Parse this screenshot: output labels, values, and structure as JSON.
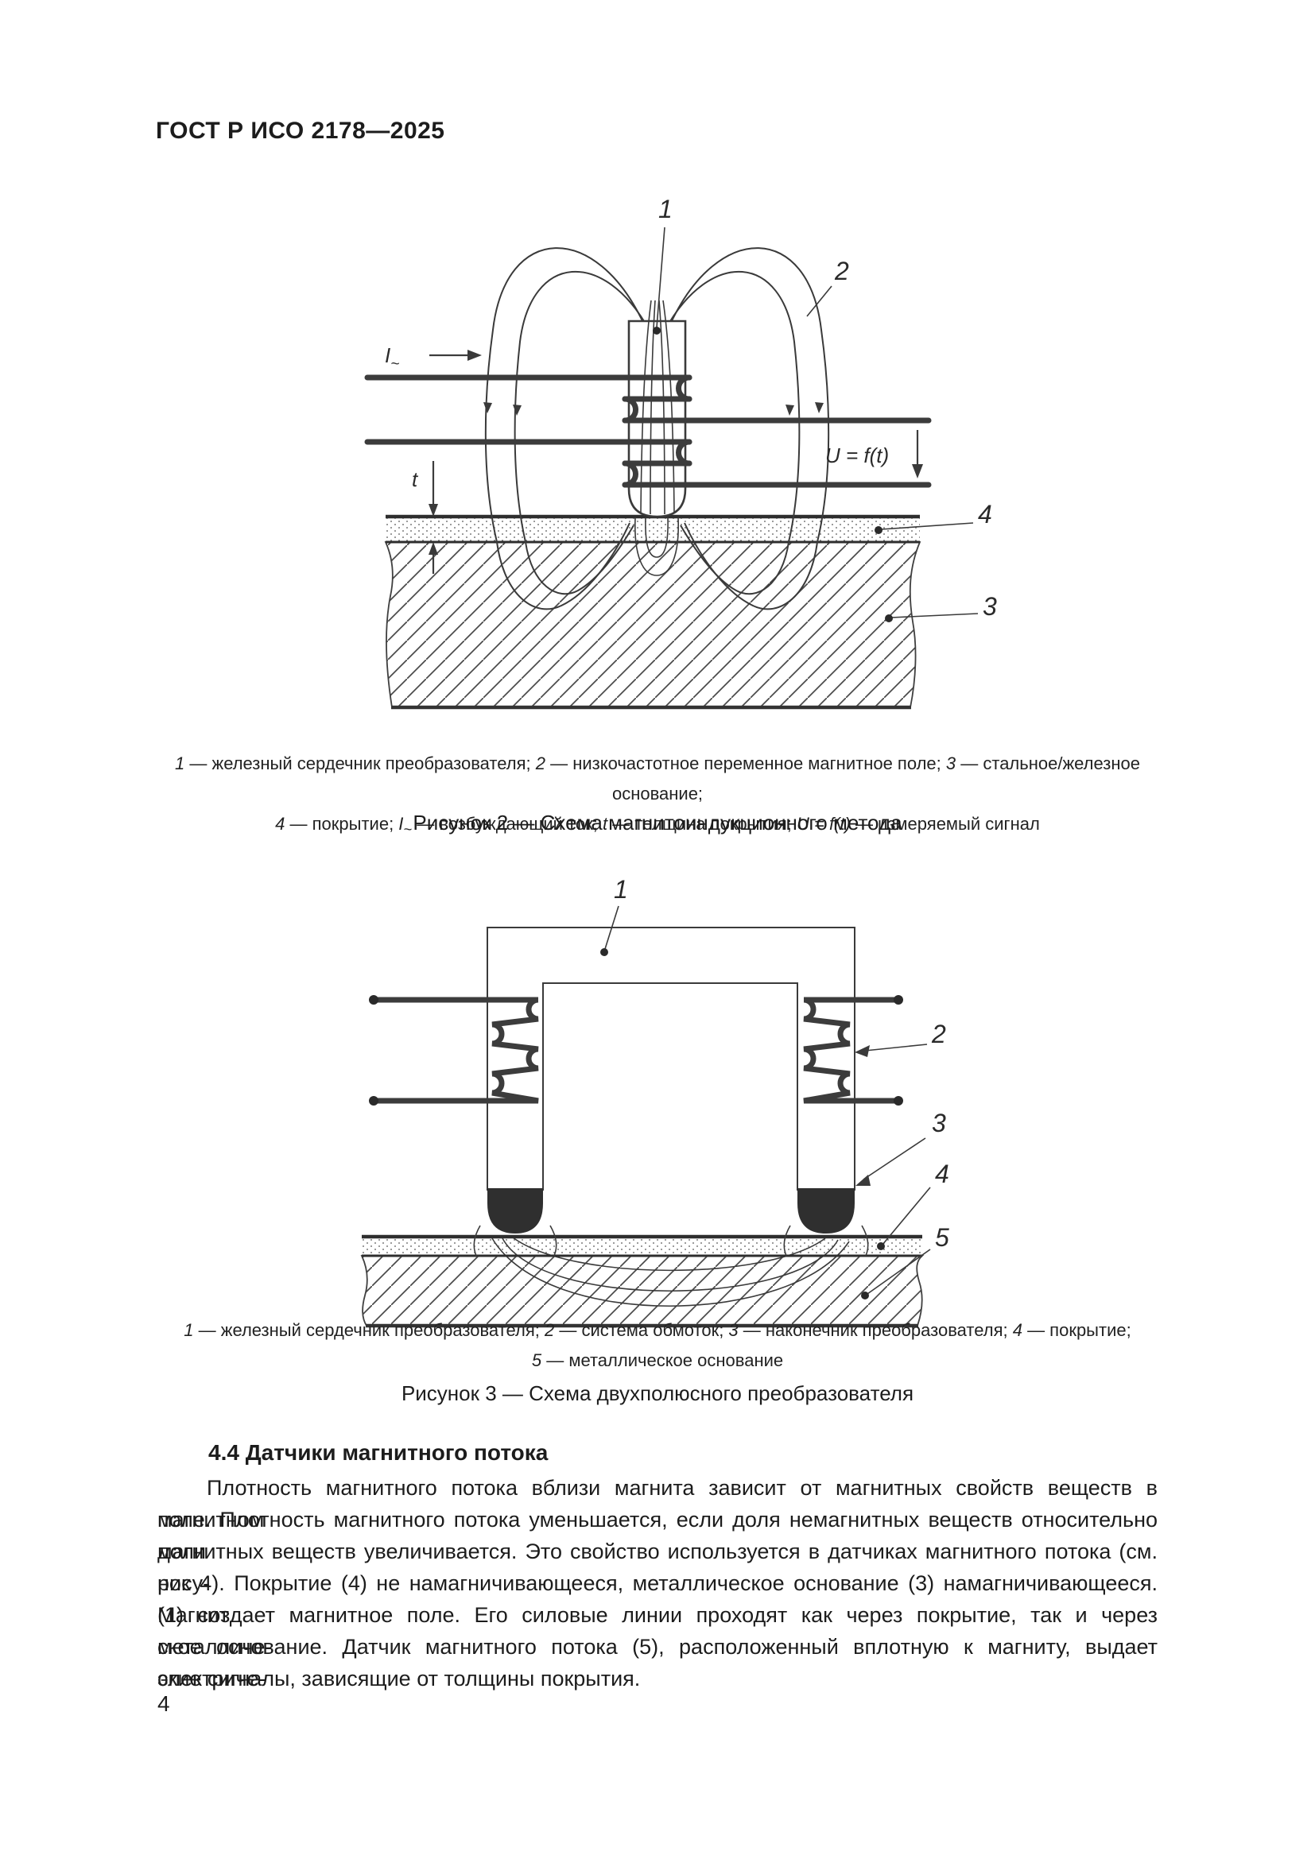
{
  "page": {
    "header": "ГОСТ Р ИСО 2178—2025",
    "number": "4"
  },
  "fig2": {
    "labels": {
      "core": "1",
      "field": "2",
      "base": "3",
      "coating": "4",
      "current": "I",
      "current_sub": "~",
      "thickness": "t",
      "signal": "U = f(t)"
    },
    "legend1": {
      "n1": "1",
      "t1": " — железный сердечник преобразователя; ",
      "n2": "2",
      "t2": " — низкочастотное переменное магнитное поле; ",
      "n3": "3",
      "t3": " — стальное/железное основание;"
    },
    "legend2": {
      "n4": "4",
      "t4": " — покрытие; ",
      "nI": "I",
      "nIsub": "~",
      "tI": " — возбуждающий ток; ",
      "nt": "t",
      "tt": " — толщина покрытия; ",
      "nU": "U = f(t)",
      "tU": " — измеряемый сигнал"
    },
    "caption": "Рисунок 2 — Схема магнитоиндукционного метода"
  },
  "fig3": {
    "labels": {
      "core": "1",
      "winding": "2",
      "tip": "3",
      "coating": "4",
      "base": "5"
    },
    "legend1": {
      "n1": "1",
      "t1": " — железный сердечник преобразователя; ",
      "n2": "2",
      "t2": " — система обмоток; ",
      "n3": "3",
      "t3": " — наконечник преобразователя; ",
      "n4": "4",
      "t4": " — покрытие;"
    },
    "legend2": {
      "n5": "5",
      "t5": " — металлическое основание"
    },
    "caption": "Рисунок 3 — Схема двухполюсного преобразователя"
  },
  "section": {
    "heading": "4.4 Датчики магнитного потока",
    "lines": [
      "Плотность магнитного потока вблизи магнита зависит от магнитных свойств веществ в магнитном",
      "поле. Плотность магнитного потока уменьшается, если доля немагнитных веществ относительно доли",
      "магнитных веществ увеличивается. Это свойство используется в датчиках магнитного потока (см. рису-",
      "нок 4). Покрытие (4) не намагничивающееся, металлическое основание (3) намагничивающееся. Магнит",
      "(1) создает магнитное поле. Его силовые линии проходят как через покрытие, так и через металличе-",
      "ское основание. Датчик магнитного потока (5), расположенный вплотную к магниту, выдает электриче-",
      "ские сигналы, зависящие от толщины покрытия."
    ]
  }
}
